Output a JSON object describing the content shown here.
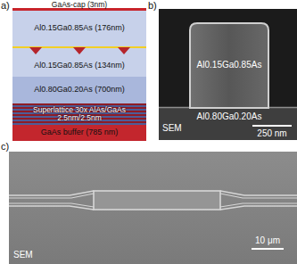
{
  "diagram": {
    "nodes": [
      {
        "text": [
          "GaAs-cap (3nm)"
        ]
      },
      {
        "text": [
          "Al0.15Ga0.85As (176nm)"
        ]
      },
      {
        "text": [
          "Al0.15Ga0.85As (134nm)"
        ]
      },
      {
        "text": [
          "Al0.80Ga0.20As (700nm)"
        ]
      },
      {
        "text": [
          "Superlattice 30x AlAs/GaAs 2.5nm/2.5nm"
        ]
      },
      {
        "text": [
          "GaAs buffer (785 nm)"
        ]
      }
    ],
    "labels": [
      "a)",
      "b)",
      "c)",
      "Al0.15Ga0.85As",
      "Al0.80Ga0.20As",
      "SEM",
      "250 nm",
      "SEM",
      "10 μm"
    ]
  }
}
